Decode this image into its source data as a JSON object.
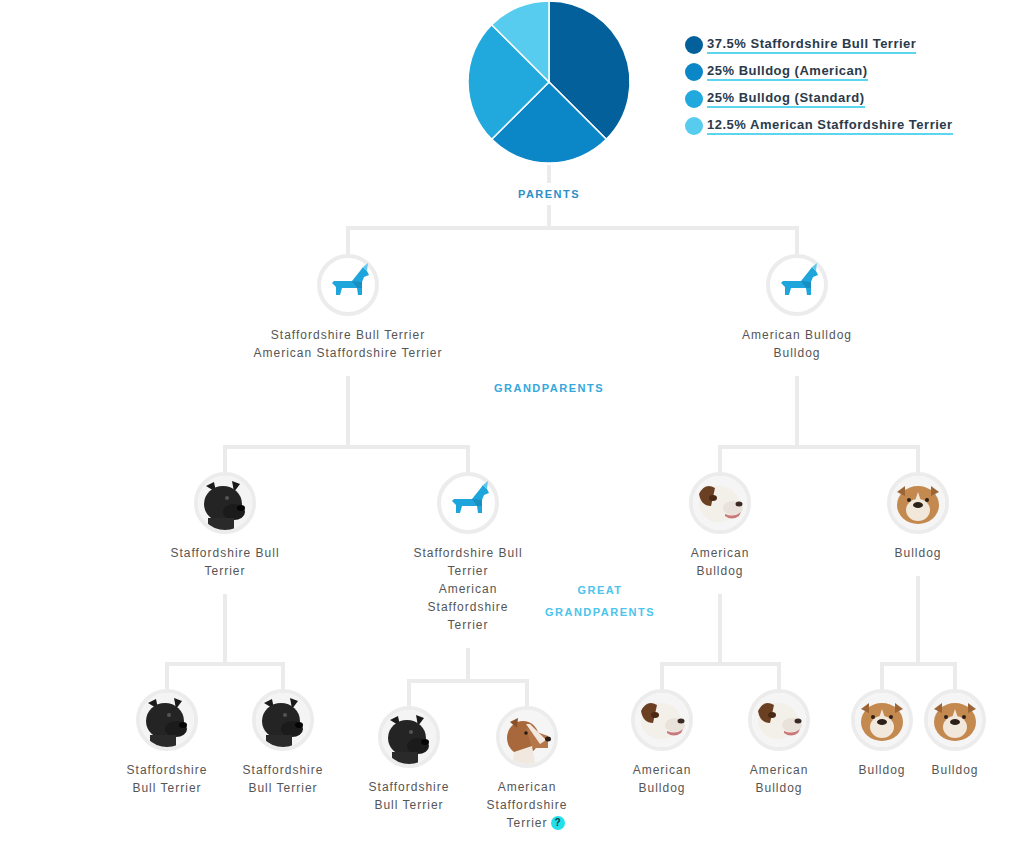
{
  "diagram": {
    "nodes": [
      {
        "text": [
          "Staffordshire Bull Terrier",
          "American Staffordshire Terrier"
        ]
      },
      {
        "text": [
          "American Bulldog",
          "Bulldog"
        ]
      },
      {
        "text": [
          "Staffordshire Bull Terrier"
        ]
      },
      {
        "text": [
          "Staffordshire Bull Terrier",
          "American Staffordshire Terrier"
        ]
      },
      {
        "text": [
          "American Bulldog"
        ]
      },
      {
        "text": [
          "Bulldog"
        ]
      },
      {
        "text": [
          "Staffordshire Bull Terrier"
        ]
      },
      {
        "text": [
          "Staffordshire Bull Terrier"
        ]
      },
      {
        "text": [
          "Staffordshire Bull Terrier"
        ]
      },
      {
        "text": [
          "American Staffordshire Terrier"
        ]
      },
      {
        "text": [
          "American Bulldog"
        ]
      },
      {
        "text": [
          "American Bulldog"
        ]
      },
      {
        "text": [
          "Bulldog"
        ]
      },
      {
        "text": [
          "Bulldog"
        ]
      }
    ],
    "edges": [
      {
        "from": 0,
        "to": 2,
        "arrow": "none"
      },
      {
        "from": 0,
        "to": 3,
        "arrow": "none"
      },
      {
        "from": 1,
        "to": 4,
        "arrow": "none"
      },
      {
        "from": 1,
        "to": 5,
        "arrow": "none"
      },
      {
        "from": 2,
        "to": 6,
        "arrow": "none"
      },
      {
        "from": 2,
        "to": 7,
        "arrow": "none"
      },
      {
        "from": 3,
        "to": 8,
        "arrow": "none"
      },
      {
        "from": 3,
        "to": 9,
        "arrow": "none"
      },
      {
        "from": 4,
        "to": 10,
        "arrow": "none"
      },
      {
        "from": 4,
        "to": 11,
        "arrow": "none"
      },
      {
        "from": 5,
        "to": 12,
        "arrow": "none"
      },
      {
        "from": 5,
        "to": 13,
        "arrow": "none"
      }
    ],
    "labels": [
      "PARENTS",
      "GRANDPARENTS",
      "GREAT GRANDPARENTS",
      "?"
    ],
    "legend": [
      {
        "text": "37.5% Staffordshire Bull Terrier",
        "color": "#03609b"
      },
      {
        "text": "25% Bulldog (American)",
        "color": "#0b87c8"
      },
      {
        "text": "25% Bulldog (Standard)",
        "color": "#21a9dd"
      },
      {
        "text": "12.5% American Staffordshire Terrier",
        "color": "#57ccef"
      }
    ]
  }
}
